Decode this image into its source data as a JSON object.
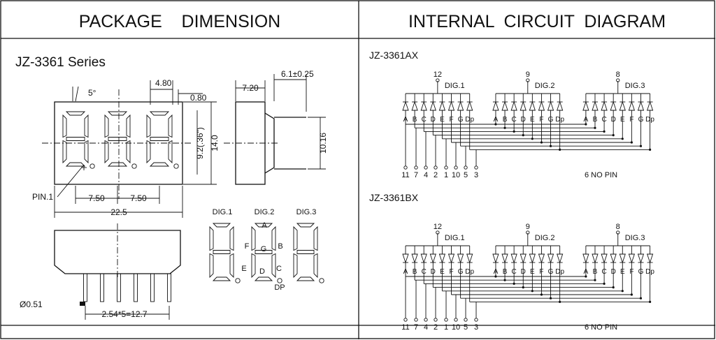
{
  "headers": {
    "left": "PACKAGE    DIMENSION",
    "right": "INTERNAL  CIRCUIT  DIAGRAM"
  },
  "package": {
    "series": "JZ-3361 Series",
    "dims": {
      "angle": "5°",
      "seg_width": "4.80",
      "seg_gap": "0.80",
      "height_digit": "9.2(.36\")",
      "height_total": "14.0",
      "pitch1": "7.50",
      "pitch2": "7.50",
      "width_total": "22.5",
      "pin1": "PIN.1",
      "side_depth": "7.20",
      "pin_len": "6.1±0.25",
      "pin_span": "10.16",
      "pin_dia": "Ø0.51",
      "pin_pitch": "2.54*5=12.7"
    },
    "digit_labels": [
      "DIG.1",
      "DIG.2",
      "DIG.3"
    ],
    "segments": {
      "A": "A",
      "B": "B",
      "C": "C",
      "D": "D",
      "E": "E",
      "F": "F",
      "G": "G",
      "DP": "DP"
    }
  },
  "circuits": [
    {
      "model": "JZ-3361AX",
      "common_pins": [
        "12",
        "9",
        "8"
      ],
      "digits": [
        "DIG.1",
        "DIG.2",
        "DIG.3"
      ],
      "seg_labels": [
        "A",
        "B",
        "C",
        "D",
        "E",
        "F",
        "G",
        "Dp"
      ],
      "pins": [
        "11",
        "7",
        "4",
        "2",
        "1",
        "10",
        "5",
        "3"
      ],
      "note": "6  NO PIN"
    },
    {
      "model": "JZ-3361BX",
      "common_pins": [
        "12",
        "9",
        "8"
      ],
      "digits": [
        "DIG.1",
        "DIG.2",
        "DIG.3"
      ],
      "seg_labels": [
        "A",
        "B",
        "C",
        "D",
        "E",
        "F",
        "G",
        "Dp"
      ],
      "pins": [
        "11",
        "7",
        "4",
        "2",
        "1",
        "10",
        "5",
        "3"
      ],
      "note": "6  NO PIN"
    }
  ]
}
